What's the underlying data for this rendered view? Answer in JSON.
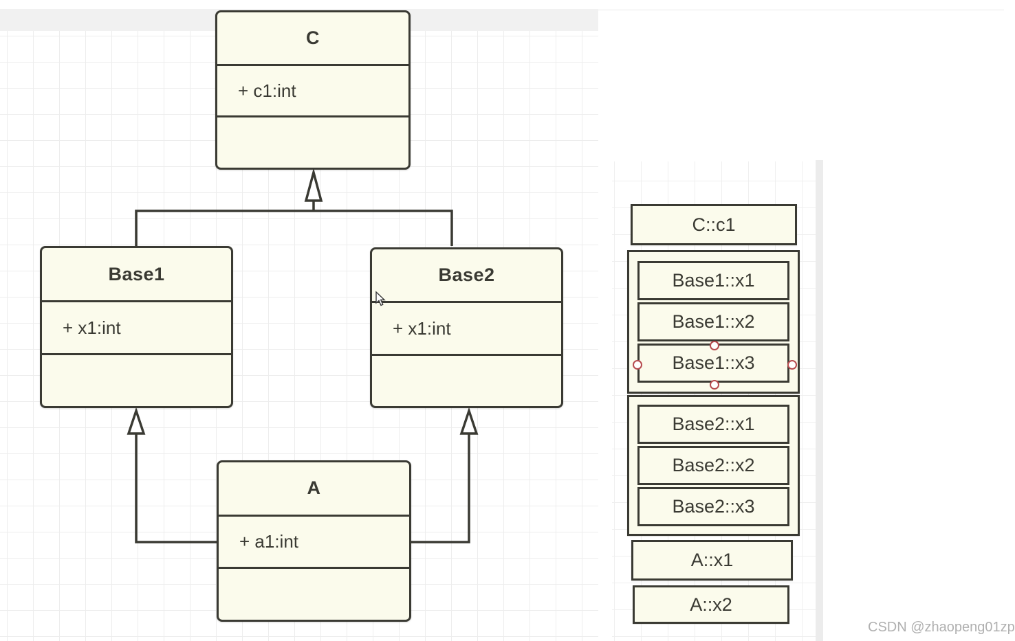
{
  "uml": {
    "classes": [
      {
        "name": "C",
        "attribute": "+ c1:int"
      },
      {
        "name": "Base1",
        "attribute": "+ x1:int"
      },
      {
        "name": "Base2",
        "attribute": "+ x1:int"
      },
      {
        "name": "A",
        "attribute": "+ a1:int"
      }
    ],
    "relations": [
      {
        "from": "Base1",
        "to": "C",
        "type": "generalization"
      },
      {
        "from": "Base2",
        "to": "C",
        "type": "generalization"
      },
      {
        "from": "A",
        "to": "Base1",
        "type": "generalization"
      },
      {
        "from": "A",
        "to": "Base2",
        "type": "generalization"
      }
    ]
  },
  "memory": {
    "top_cell": "C::c1",
    "base1_group": [
      "Base1::x1",
      "Base1::x2",
      "Base1::x3"
    ],
    "base2_group": [
      "Base2::x1",
      "Base2::x2",
      "Base2::x3"
    ],
    "tail_cells": [
      "A::x1",
      "A::x2"
    ],
    "selected_cell": "Base1::x3"
  },
  "watermark": "CSDN @zhaopeng01zp",
  "colors": {
    "box_fill": "#fbfbec",
    "box_border": "#3a3a33",
    "grid_line": "#ededed",
    "toolbar_band": "#f1f1f1",
    "selection_handle": "#b64a4e",
    "watermark_text": "#b0b0b0"
  }
}
